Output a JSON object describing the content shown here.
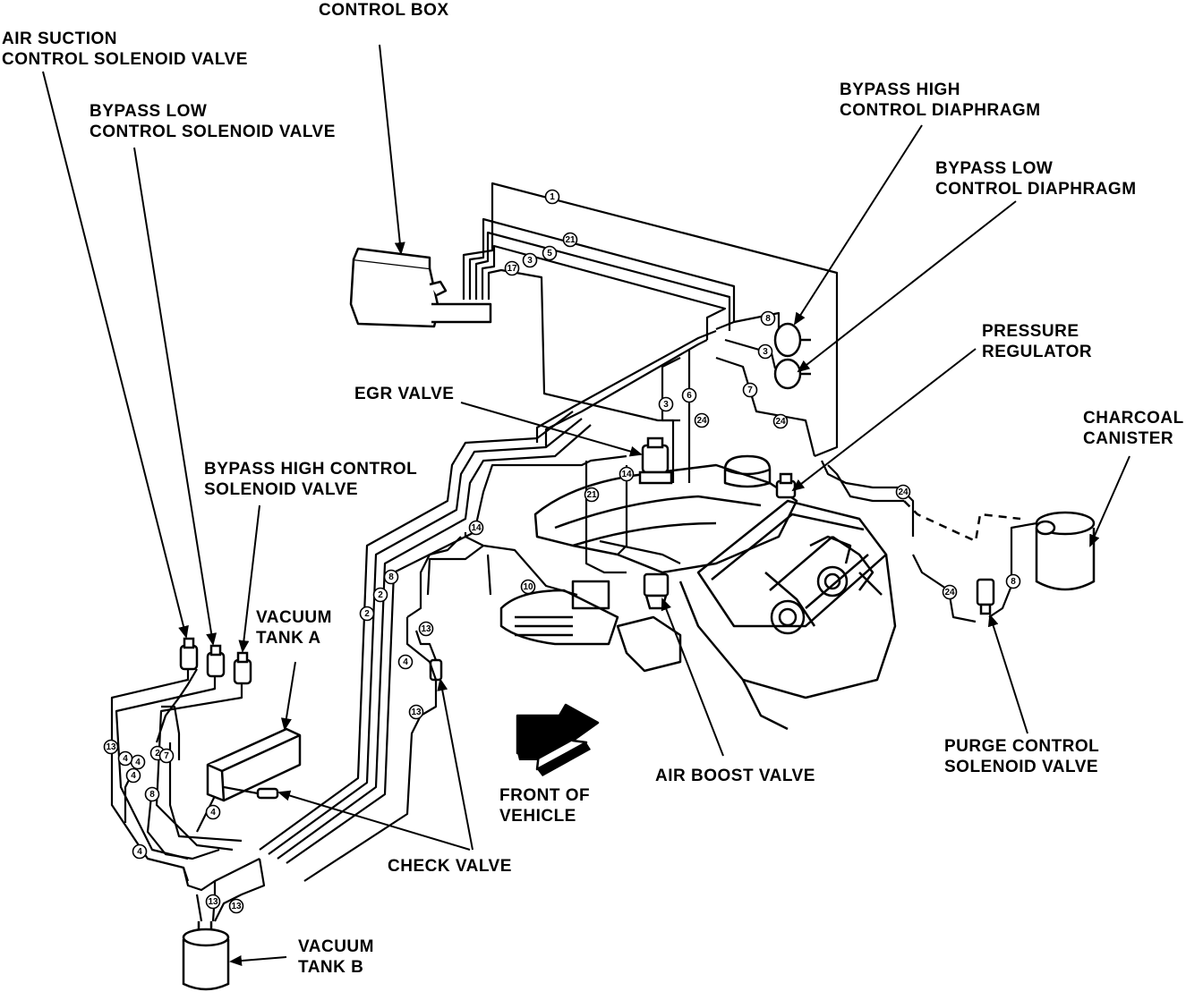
{
  "labels": {
    "control_box": [
      "CONTROL BOX"
    ],
    "air_suction": [
      "AIR SUCTION",
      "CONTROL SOLENOID VALVE"
    ],
    "bypass_low_sol": [
      "BYPASS LOW",
      "CONTROL SOLENOID VALVE"
    ],
    "bypass_high_diaphragm": [
      "BYPASS HIGH",
      "CONTROL DIAPHRAGM"
    ],
    "bypass_low_diaphragm": [
      "BYPASS LOW",
      "CONTROL DIAPHRAGM"
    ],
    "pressure_regulator": [
      "PRESSURE",
      "REGULATOR"
    ],
    "egr_valve": [
      "EGR VALVE"
    ],
    "charcoal_canister": [
      "CHARCOAL",
      "CANISTER"
    ],
    "bypass_high_sol": [
      "BYPASS HIGH CONTROL",
      "SOLENOID VALVE"
    ],
    "vacuum_tank_a": [
      "VACUUM",
      "TANK A"
    ],
    "air_boost_valve": [
      "AIR BOOST VALVE"
    ],
    "purge_control": [
      "PURGE CONTROL",
      "SOLENOID VALVE"
    ],
    "front_of_vehicle": [
      "FRONT OF",
      "VEHICLE"
    ],
    "check_valve": [
      "CHECK VALVE"
    ],
    "vacuum_tank_b": [
      "VACUUM",
      "TANK B"
    ]
  },
  "hose_numbers": [
    "1",
    "21",
    "5",
    "3",
    "17",
    "8",
    "3",
    "6",
    "7",
    "24",
    "3",
    "24",
    "14",
    "21",
    "14",
    "10",
    "8",
    "2",
    "2",
    "4",
    "13",
    "4",
    "13",
    "13",
    "4",
    "2",
    "7",
    "4",
    "4",
    "8",
    "4",
    "13",
    "13",
    "24",
    "24",
    "8"
  ]
}
